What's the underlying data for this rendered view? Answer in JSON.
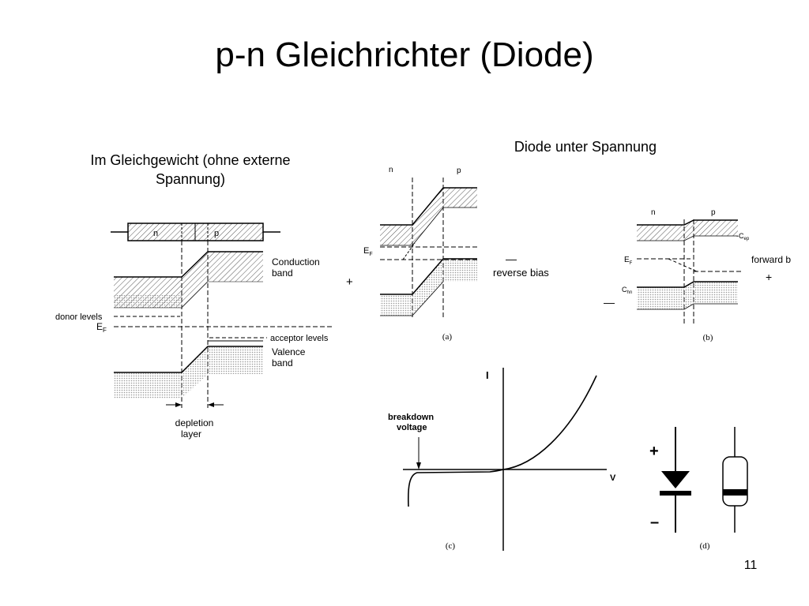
{
  "slide": {
    "title": "p-n Gleichrichter (Diode)",
    "caption_left": "Im Gleichgewicht (ohne externe Spannung)",
    "caption_right": "Diode unter Spannung",
    "page_number": "11"
  },
  "figure_equilibrium": {
    "n_label": "n",
    "p_label": "p",
    "conduction_band_line1": "Conduction",
    "conduction_band_line2": "band",
    "donor_levels": "donor levels",
    "fermi_e": "E",
    "fermi_sub": "F",
    "acceptor_levels": "acceptor levels",
    "valence_band_line1": "Valence",
    "valence_band_line2": "band",
    "depletion_line1": "depletion",
    "depletion_line2": "layer"
  },
  "figure_reverse": {
    "n_label": "n",
    "p_label": "p",
    "fermi_e": "E",
    "fermi_sub": "F",
    "plus_sign": "+",
    "minus_sign": "—",
    "bias_label": "reverse bias",
    "panel_label": "(a)"
  },
  "figure_forward": {
    "n_label": "n",
    "p_label": "p",
    "cep_label": "-C",
    "cep_sub": "ep",
    "fermi_e": "E",
    "fermi_sub": "F",
    "chn_label": "C",
    "chn_sub": "hn",
    "bias_label": "forward b",
    "plus_sign": "+",
    "minus_sign": "—",
    "panel_label": "(b)"
  },
  "figure_iv": {
    "current_axis": "I",
    "voltage_axis": "V",
    "breakdown_line1": "breakdown",
    "breakdown_line2": "voltage",
    "panel_label": "(c)"
  },
  "figure_symbol": {
    "plus_sign": "+",
    "minus_sign": "–",
    "panel_label": "(d)"
  },
  "colors": {
    "ink": "#000000",
    "hatch": "#555555",
    "dots": "#9a9a9a",
    "background": "#ffffff"
  }
}
